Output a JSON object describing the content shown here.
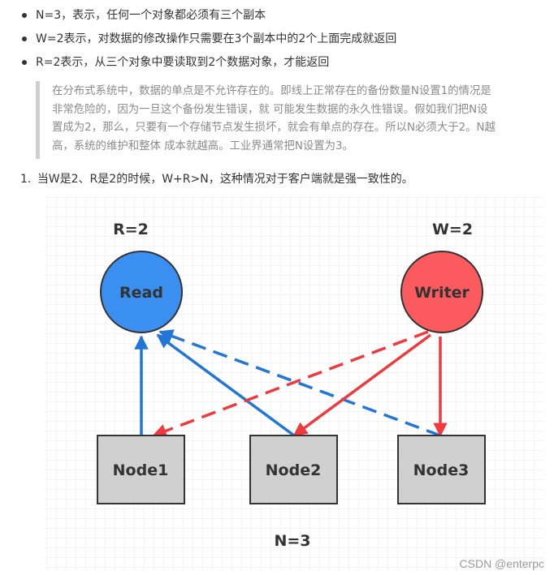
{
  "bullets": [
    "N=3，表示，任何一个对象都必须有三个副本",
    "W=2表示，对数据的修改操作只需要在3个副本中的2个上面完成就返回",
    "R=2表示，从三个对象中要读取到2个数据对象，才能返回"
  ],
  "quote": {
    "lines": [
      "在分布式系统中，数据的单点是不允许存在的。即线上正常存在的备份数量N设置1的情况是",
      "非常危险的，因为一旦这个备份发生错误，就 可能发生数据的永久性错误。假如我们把N设",
      "置成为2，那么，只要有一个存储节点发生损坏，就会有单点的存在。所以N必须大于2。N越",
      "高，系统的维护和整体 成本就越高。工业界通常把N设置为3。"
    ]
  },
  "ordered": {
    "number": "1.",
    "text": "当W是2、R是2的时候，W+R>N，这种情况对于客户端就是强一致性的。"
  },
  "diagram": {
    "read_label": "R=2",
    "write_label": "W=2",
    "read_node": "Read",
    "write_node": "Writer",
    "nodes": [
      "Node1",
      "Node2",
      "Node3"
    ],
    "n_label": "N=3",
    "colors": {
      "read": "#3b8ff0",
      "write": "#fb5a5e",
      "blue_line": "#2176d8",
      "red_line": "#f0393d",
      "node_fill": "#d0d0d0",
      "grid": "#e9e9ee"
    }
  },
  "watermark": "CSDN @enterpc"
}
